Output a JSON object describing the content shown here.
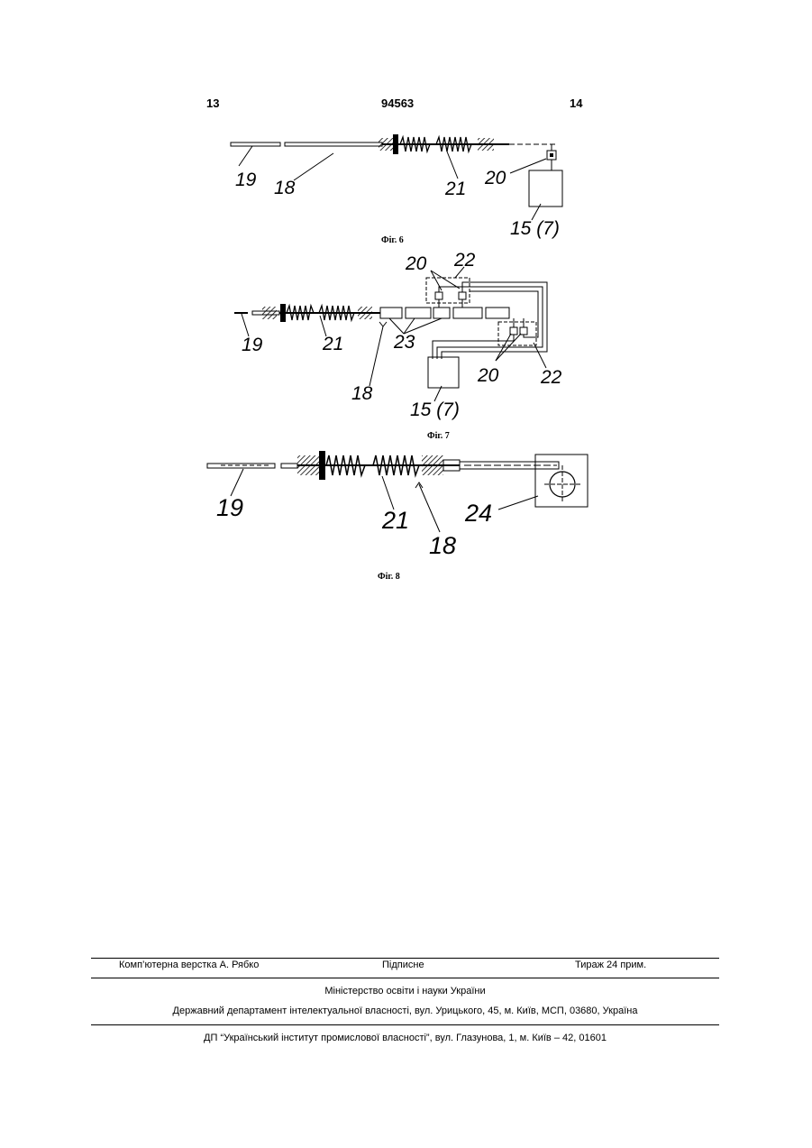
{
  "header": {
    "page_left": "13",
    "patent_number": "94563",
    "page_right": "14"
  },
  "fig6": {
    "caption": "Фіг. 6",
    "labels": {
      "l19": "19",
      "l18": "18",
      "l21": "21",
      "l20": "20",
      "l15": "15 (7)"
    }
  },
  "fig7": {
    "caption": "Фіг. 7",
    "labels": {
      "l20a": "20",
      "l22a": "22",
      "l19": "19",
      "l21": "21",
      "l23": "23",
      "l18": "18",
      "l15": "15 (7)",
      "l20b": "20",
      "l22b": "22"
    }
  },
  "fig8": {
    "caption": "Фіг. 8",
    "labels": {
      "l19": "19",
      "l21": "21",
      "l24": "24",
      "l18": "18"
    }
  },
  "footer": {
    "layout_credit": "Комп’ютерна верстка А. Рябко",
    "signed": "Підписне",
    "circulation": "Тираж 24 прим.",
    "ministry": "Міністерство освіти і науки України",
    "department": "Державний департамент інтелектуальної власності, вул. Урицького, 45, м. Київ, МСП, 03680, Україна",
    "institute": "ДП “Український інститут промислової власності”, вул. Глазунова, 1, м. Київ – 42, 01601"
  }
}
